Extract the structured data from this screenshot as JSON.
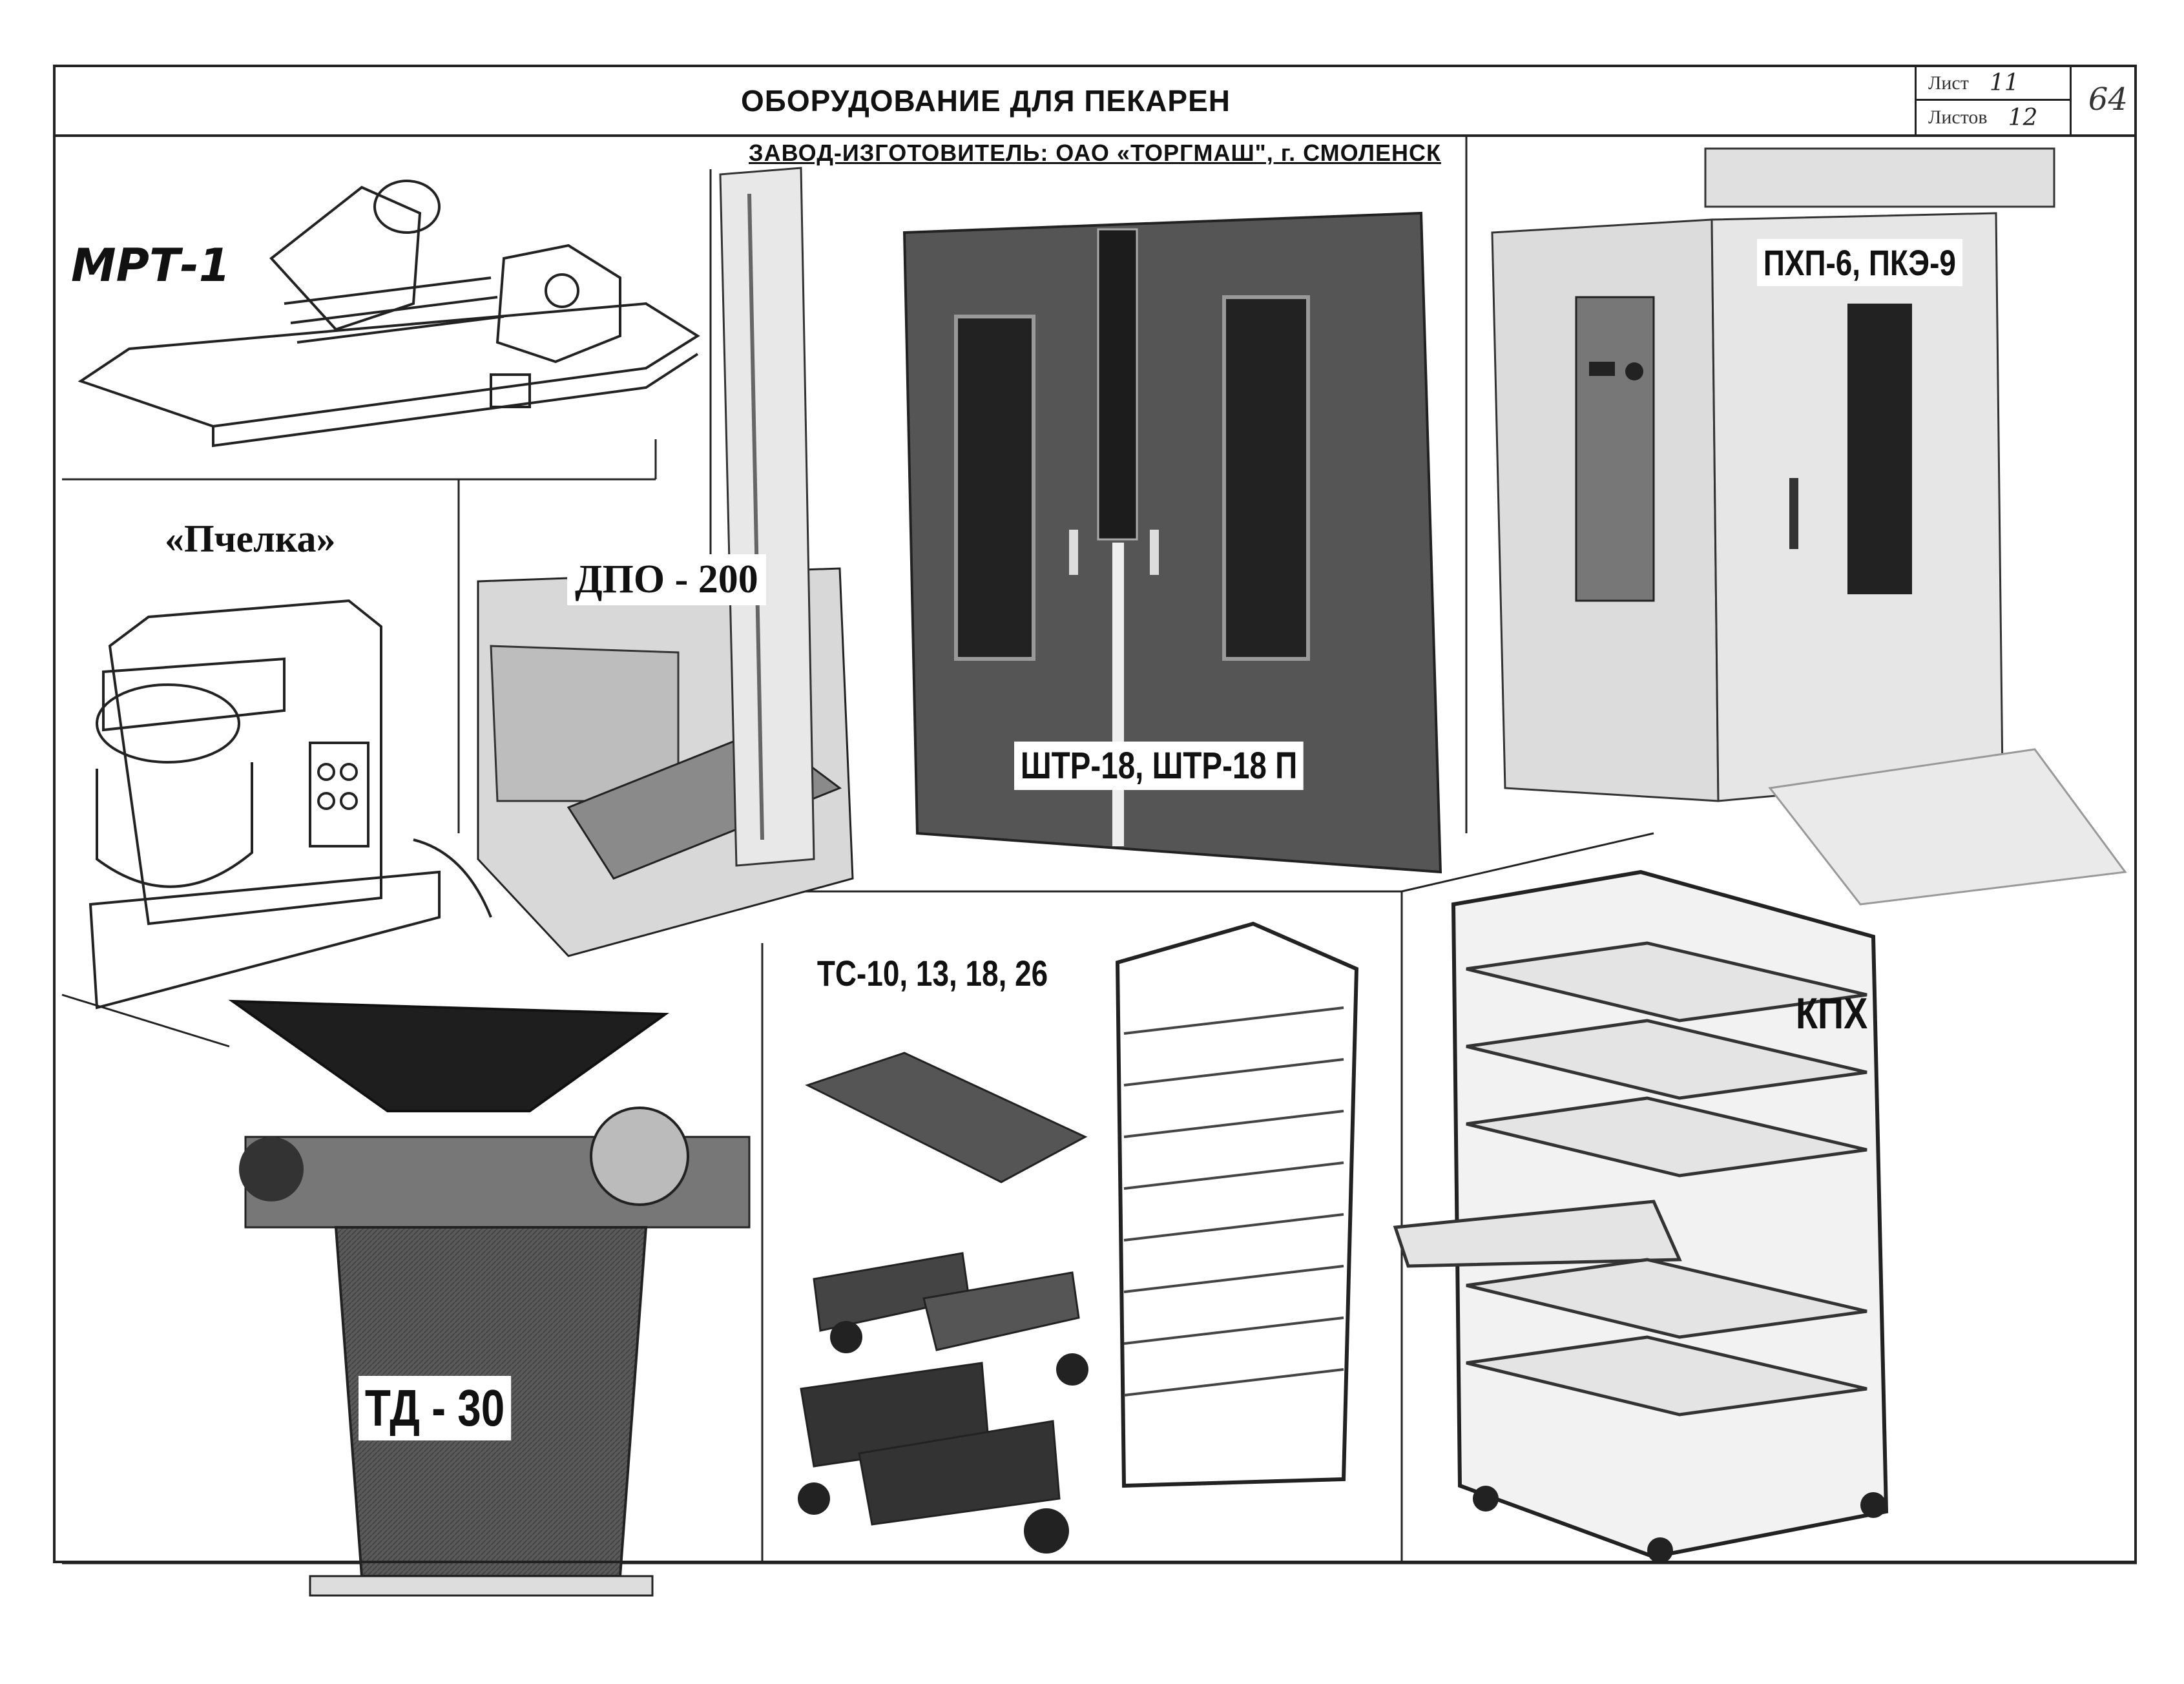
{
  "header": {
    "title": "ОБОРУДОВАНИЕ ДЛЯ ПЕКАРЕН",
    "sheet_label": "Лист",
    "sheet_value": "11",
    "sheets_label": "Листов",
    "sheets_value": "12",
    "page_number": "64"
  },
  "subtitle": "ЗАВОД-ИЗГОТОВИТЕЛЬ: ОАО «ТОРГМАШ\", г. СМОЛЕНСК",
  "equipment": {
    "mrt": "МРТ-1",
    "pchelka": "«Пчелка»",
    "dpo": "ДПО - 200",
    "shtr": "ШТР-18, ШТР-18 П",
    "phpp": "ПХП-6, ПКЭ-9",
    "tc": "ТС-10, 13, 18, 26",
    "kph": "КПХ",
    "td": "ТД - 30"
  }
}
